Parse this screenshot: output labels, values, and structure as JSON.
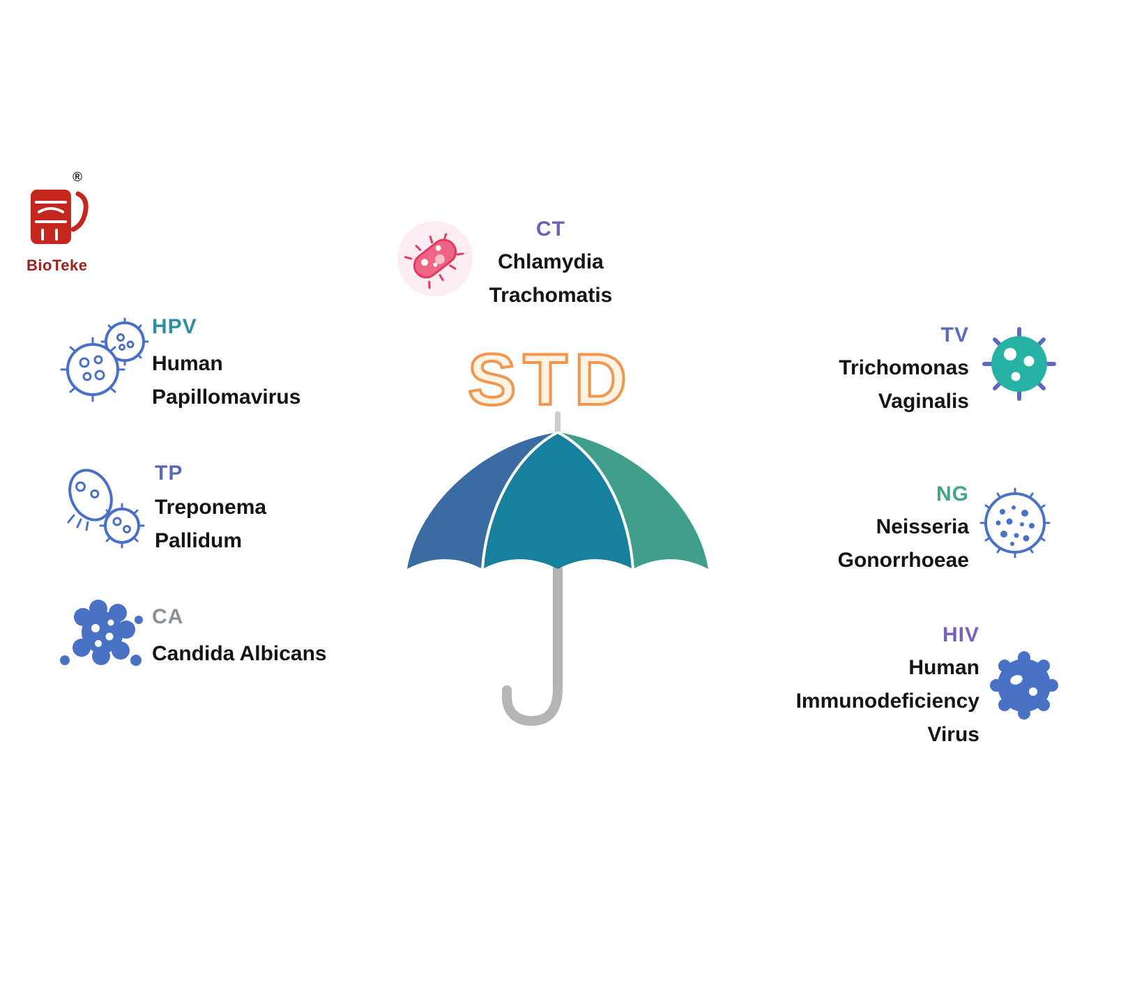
{
  "logo": {
    "brand": "BioTeke",
    "registered_mark": "®",
    "seal_color": "#c5271f",
    "brand_color": "#9e1f1c"
  },
  "center": {
    "title": "STD",
    "title_color": "#f0964e",
    "umbrella": {
      "left_panel_color": "#3a6ba3",
      "middle_panel_color": "#17809c",
      "right_panel_color": "#3f9f8b",
      "handle_color": "#b5b5b5"
    }
  },
  "pathogens": {
    "ct": {
      "abbr": "CT",
      "abbr_color": "#6b5fb8",
      "line1": "Chlamydia",
      "line2": "Trachomatis",
      "icon": "chlamydia-bacteria-icon"
    },
    "hpv": {
      "abbr": "HPV",
      "abbr_color": "#2e8fa3",
      "line1": "Human",
      "line2": "Papillomavirus",
      "icon": "papillomavirus-icon"
    },
    "tp": {
      "abbr": "TP",
      "abbr_color": "#5b6ab8",
      "line1": "Treponema",
      "line2": "Pallidum",
      "icon": "treponema-bacteria-icon"
    },
    "ca": {
      "abbr": "CA",
      "abbr_color": "#8a9199",
      "line1": "Candida Albicans",
      "icon": "candida-fungus-icon"
    },
    "tv": {
      "abbr": "TV",
      "abbr_color": "#5b6abf",
      "line1": "Trichomonas",
      "line2": "Vaginalis",
      "icon": "trichomonas-protozoa-icon"
    },
    "ng": {
      "abbr": "NG",
      "abbr_color": "#45a58c",
      "line1": "Neisseria",
      "line2": "Gonorrhoeae",
      "icon": "gonococcus-icon"
    },
    "hiv": {
      "abbr": "HIV",
      "abbr_color": "#7b5fc0",
      "line1": "Human",
      "line2": "Immunodeficiency",
      "line3": "Virus",
      "icon": "hiv-virus-icon"
    }
  }
}
